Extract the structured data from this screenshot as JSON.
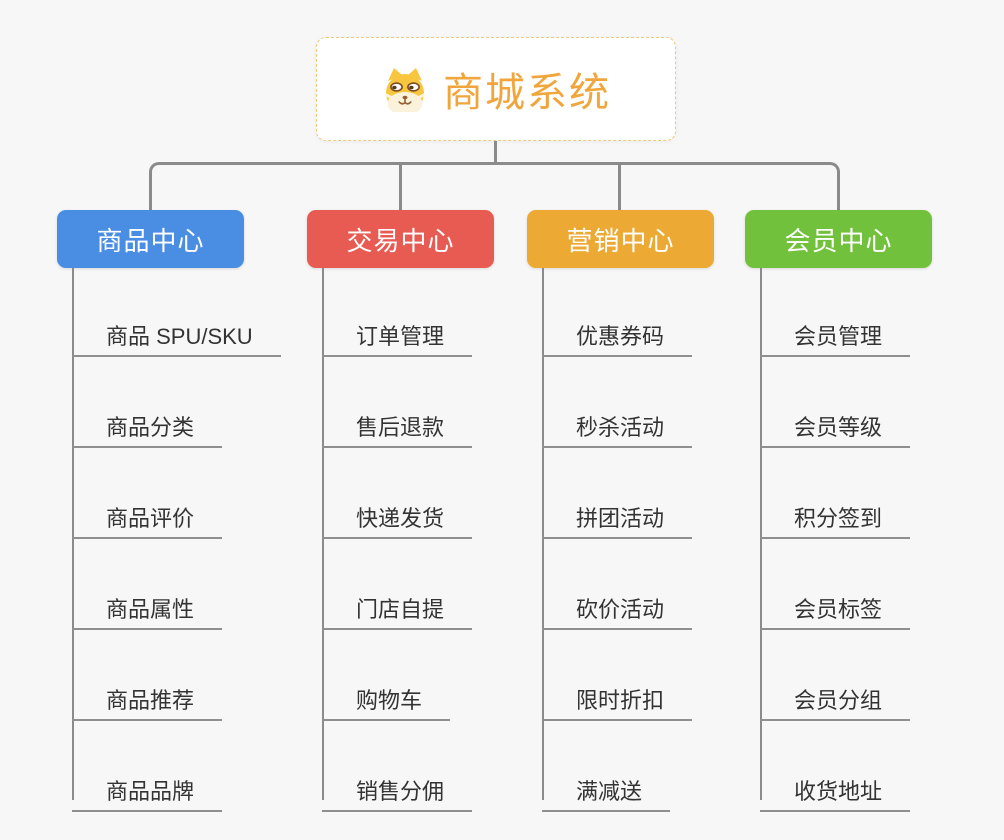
{
  "page": {
    "background_color": "#f7f7f7",
    "connector_color": "#8b8b8b"
  },
  "root": {
    "title": "商城系统",
    "icon": "dog-face-icon",
    "title_color": "#f0a63c",
    "border_color": "#f3c876"
  },
  "branches": [
    {
      "label": "商品中心",
      "color": "#4a8ee4",
      "children": [
        "商品 SPU/SKU",
        "商品分类",
        "商品评价",
        "商品属性",
        "商品推荐",
        "商品品牌"
      ]
    },
    {
      "label": "交易中心",
      "color": "#e75b52",
      "children": [
        "订单管理",
        "售后退款",
        "快递发货",
        "门店自提",
        "购物车",
        "销售分佣"
      ]
    },
    {
      "label": "营销中心",
      "color": "#ecaa35",
      "children": [
        "优惠券码",
        "秒杀活动",
        "拼团活动",
        "砍价活动",
        "限时折扣",
        "满减送"
      ]
    },
    {
      "label": "会员中心",
      "color": "#71c13d",
      "children": [
        "会员管理",
        "会员等级",
        "积分签到",
        "会员标签",
        "会员分组",
        "收货地址"
      ]
    }
  ]
}
